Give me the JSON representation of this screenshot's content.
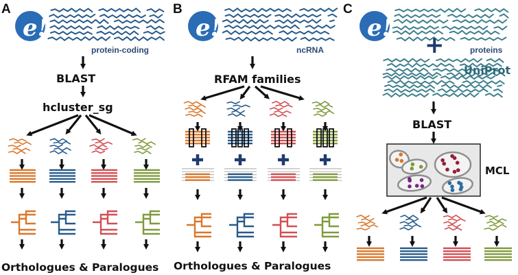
{
  "panels": {
    "A": {
      "label": "A",
      "source": "protein-coding",
      "step1": "BLAST",
      "step2": "hcluster_sg",
      "result": "Orthologues & Paralogues"
    },
    "B": {
      "label": "B",
      "source": "ncRNA",
      "step1": "RFAM families",
      "result": "Orthologues & Paralogues"
    },
    "C": {
      "label": "C",
      "source": "proteins",
      "extra_source": "UniProt",
      "step1": "BLAST",
      "step2": "MCL"
    }
  },
  "logo": {
    "glyph": "e!"
  },
  "plus_glyph": "+",
  "colors": {
    "orange": "#d9772a",
    "blue": "#275a8a",
    "red": "#d24e52",
    "green": "#7f9a3b",
    "teal": "#3d7f8d",
    "navy": "#1f3a6e",
    "logo_red": "#d0232a",
    "logo_blue": "#2a6cb5"
  },
  "cluster_palette": [
    "#d9772a",
    "#7f9a3b",
    "#9a1c3a",
    "#7a2585",
    "#2f6d9e"
  ]
}
